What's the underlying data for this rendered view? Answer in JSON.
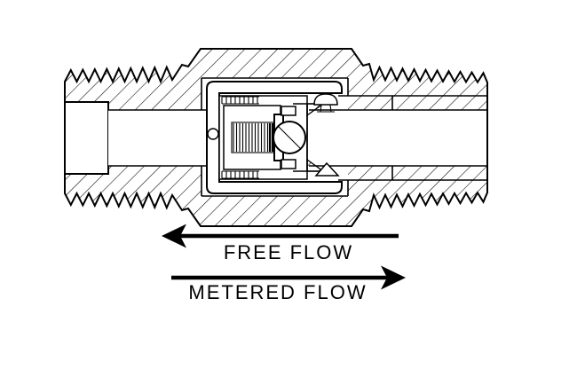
{
  "diagram": {
    "background": "#ffffff",
    "line_color": "#000000",
    "labels": {
      "free_flow": "FREE FLOW",
      "metered_flow": "METERED FLOW"
    },
    "flow_directions": {
      "free_flow": "left",
      "metered_flow": "right"
    }
  }
}
